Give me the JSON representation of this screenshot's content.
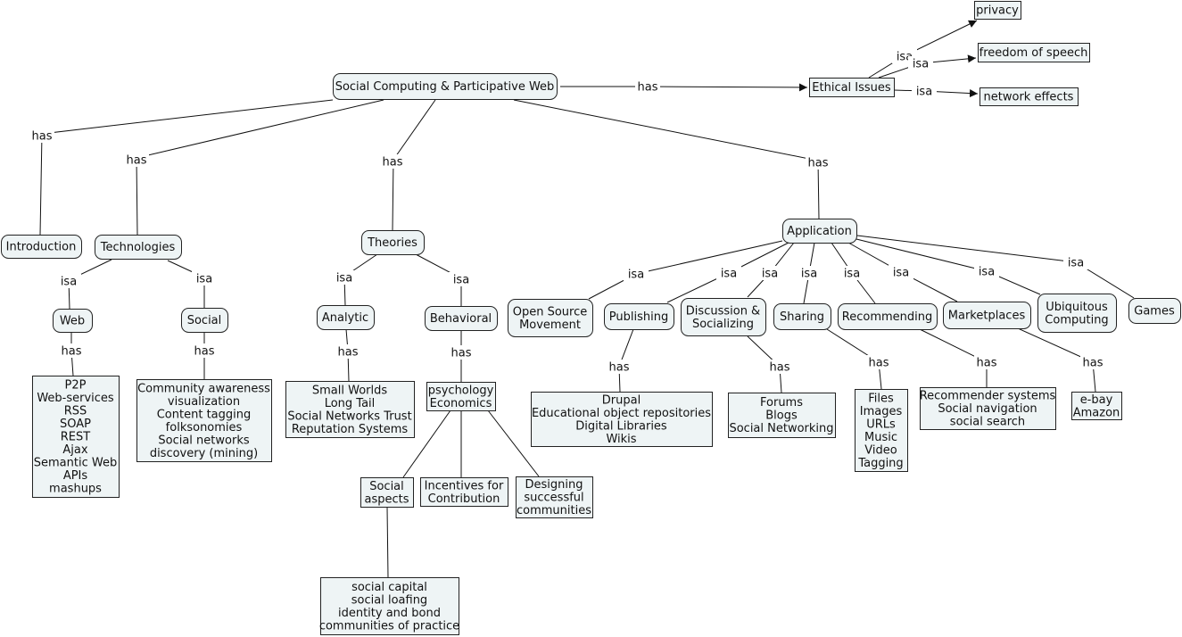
{
  "concepts": {
    "root": [
      "Social Computing & Participative Web"
    ],
    "introduction": [
      "Introduction"
    ],
    "technologies": [
      "Technologies"
    ],
    "theories": [
      "Theories"
    ],
    "application": [
      "Application"
    ],
    "ethical": [
      "Ethical Issues"
    ],
    "privacy": [
      "privacy"
    ],
    "freedom": [
      "freedom of speech"
    ],
    "network_effects": [
      "network effects"
    ],
    "web": [
      "Web"
    ],
    "social": [
      "Social"
    ],
    "web_list": [
      "P2P",
      "Web-services",
      "RSS",
      "SOAP",
      "REST",
      "Ajax",
      "Semantic Web",
      "APIs",
      "mashups"
    ],
    "social_list": [
      "Community awareness",
      "visualization",
      "Content tagging",
      "folksonomies",
      "Social networks",
      "discovery (mining)"
    ],
    "analytic": [
      "Analytic"
    ],
    "behavioral": [
      "Behavioral"
    ],
    "analytic_list": [
      "Small Worlds",
      "Long Tail",
      "Social Networks Trust",
      "Reputation Systems"
    ],
    "psychology": [
      "psychology",
      "Economics"
    ],
    "social_aspects": [
      "Social",
      "aspects"
    ],
    "incentives": [
      "Incentives for",
      "Contribution"
    ],
    "designing": [
      "Designing",
      "successful",
      "communities"
    ],
    "social_capital": [
      "social capital",
      "social loafing",
      "identity and bond",
      "communities of practice"
    ],
    "open_source": [
      "Open Source",
      "Movement"
    ],
    "publishing": [
      "Publishing"
    ],
    "discussion": [
      "Discussion &",
      "Socializing"
    ],
    "sharing": [
      "Sharing"
    ],
    "recommending": [
      "Recommending"
    ],
    "marketplaces": [
      "Marketplaces"
    ],
    "ubiquitous": [
      "Ubiquitous",
      "Computing"
    ],
    "games": [
      "Games"
    ],
    "publishing_list": [
      "Drupal",
      "Educational object repositories",
      "Digital Libraries",
      "Wikis"
    ],
    "discussion_list": [
      "Forums",
      "Blogs",
      "Social Networking"
    ],
    "sharing_list": [
      "Files",
      "Images",
      "URLs",
      "Music",
      "Video",
      "Tagging"
    ],
    "recommending_list": [
      "Recommender systems",
      "Social navigation",
      "social search"
    ],
    "marketplaces_list": [
      "e-bay",
      "Amazon"
    ]
  },
  "link_labels": {
    "has": "has",
    "isa": "isa"
  }
}
